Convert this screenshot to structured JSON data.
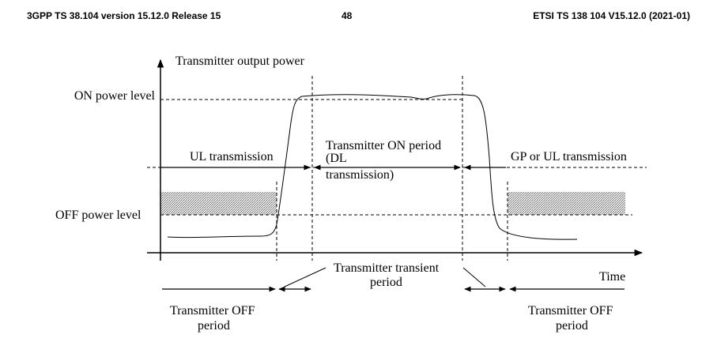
{
  "header": {
    "left": "3GPP TS 38.104 version 15.12.0 Release 15",
    "center": "48",
    "right": "ETSI TS 138 104 V15.12.0 (2021-01)"
  },
  "diagram": {
    "y_axis_label": "Transmitter output power",
    "x_axis_label": "Time",
    "on_power_level": "ON power level",
    "off_power_level": "OFF power level",
    "ul_transmission": "UL transmission",
    "on_period_line1": "Transmitter ON period",
    "on_period_line2": "(DL",
    "on_period_line3": "transmission)",
    "gp_ul_transmission": "GP or UL transmission",
    "transient_line1": "Transmitter transient",
    "transient_line2": "period",
    "off_period_left_line1": "Transmitter OFF",
    "off_period_left_line2": "period",
    "off_period_right_line1": "Transmitter OFF",
    "off_period_right_line2": "period"
  }
}
